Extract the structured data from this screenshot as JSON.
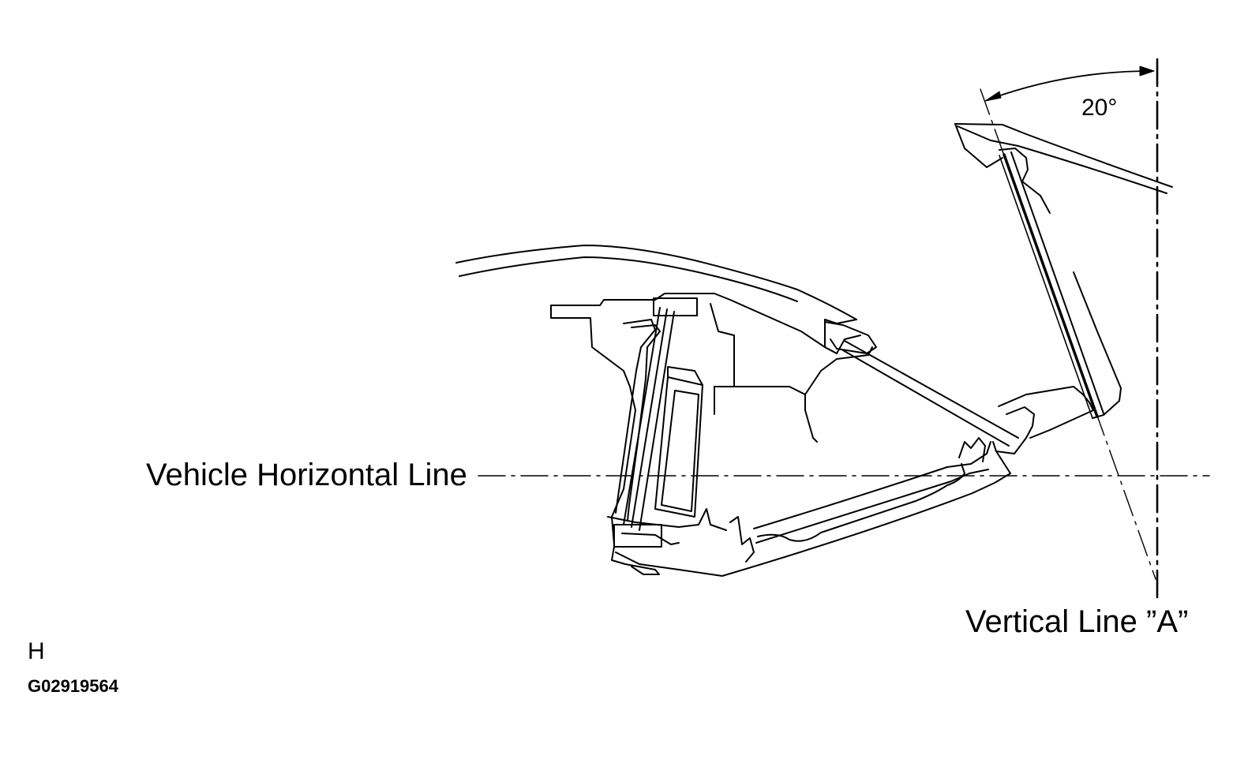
{
  "diagram": {
    "labels": {
      "horizontal_line": "Vehicle Horizontal Line",
      "vertical_line": "Vertical Line ”A”",
      "angle": "20°",
      "view_code": "H",
      "figure_code": "G02919564"
    },
    "colors": {
      "ink": "#000000",
      "background": "#ffffff"
    }
  }
}
